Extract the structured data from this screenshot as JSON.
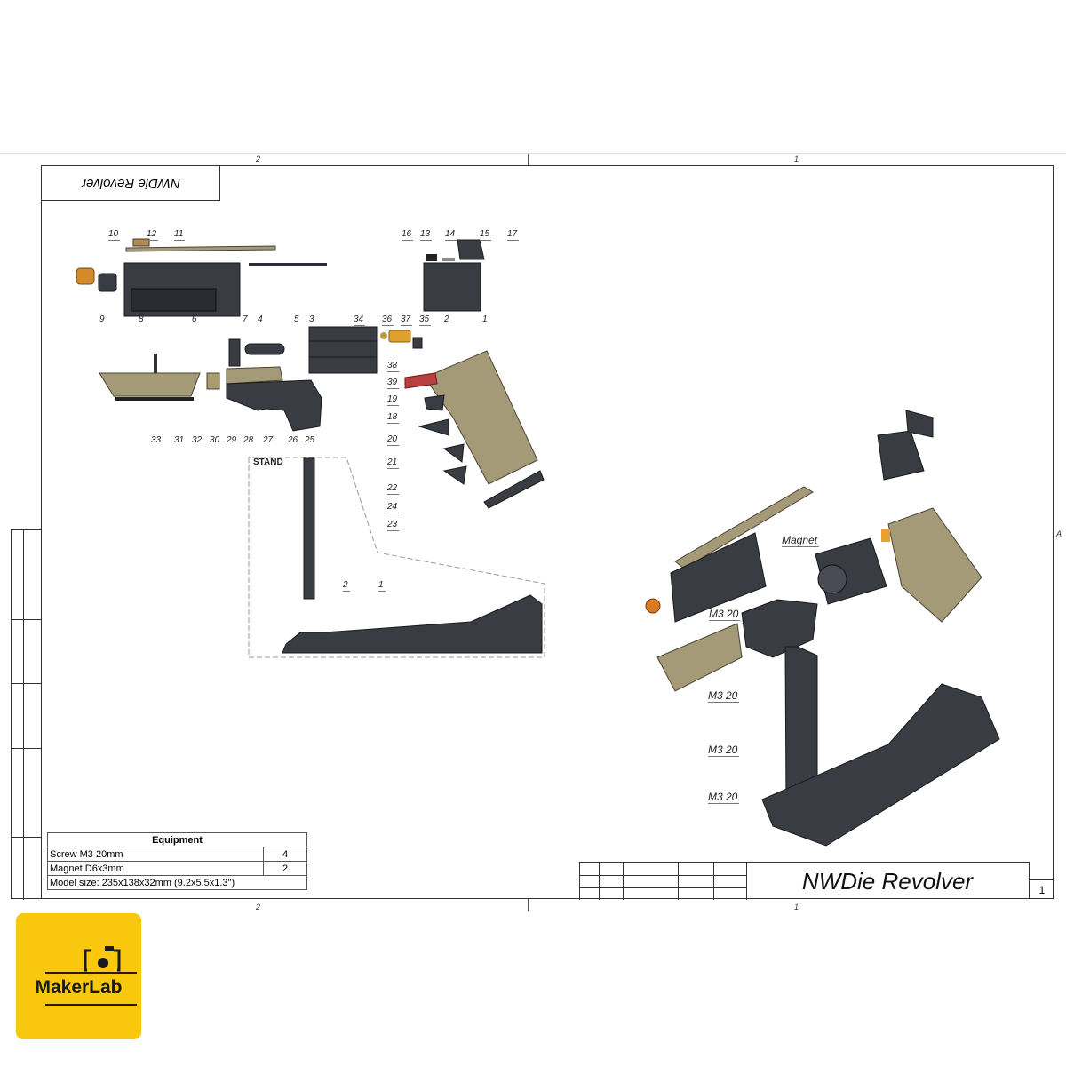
{
  "drawing": {
    "title_flipped": "NWDie Revolver",
    "title_block_title": "NWDie Revolver",
    "sheet_number": "1",
    "zone_top": [
      "2",
      "1"
    ],
    "zone_bottom": [
      "2",
      "1"
    ],
    "zone_right": "A"
  },
  "exploded_view": {
    "part_labels": [
      "10",
      "12",
      "11",
      "9",
      "8",
      "6",
      "7",
      "4",
      "5",
      "3",
      "34",
      "36",
      "37",
      "35",
      "2",
      "1",
      "16",
      "13",
      "14",
      "15",
      "17",
      "38",
      "39",
      "19",
      "18",
      "20",
      "21",
      "22",
      "24",
      "23",
      "33",
      "31",
      "32",
      "30",
      "29",
      "28",
      "27",
      "26",
      "25"
    ],
    "stand": {
      "label": "STAND",
      "parts": [
        "2",
        "1"
      ]
    }
  },
  "assembly_view": {
    "callouts": [
      "Magnet",
      "M3 20",
      "M3 20",
      "M3 20",
      "M3 20"
    ]
  },
  "equipment": {
    "header": "Equipment",
    "rows": [
      {
        "item": "Screw M3 20mm",
        "qty": "4"
      },
      {
        "item": "Magnet D6x3mm",
        "qty": "2"
      }
    ],
    "model_size": "Model size: 235x138x32mm (9.2x5.5x1.3\")"
  },
  "logo": {
    "text": "MakerLab",
    "color": "#f9c80e"
  }
}
